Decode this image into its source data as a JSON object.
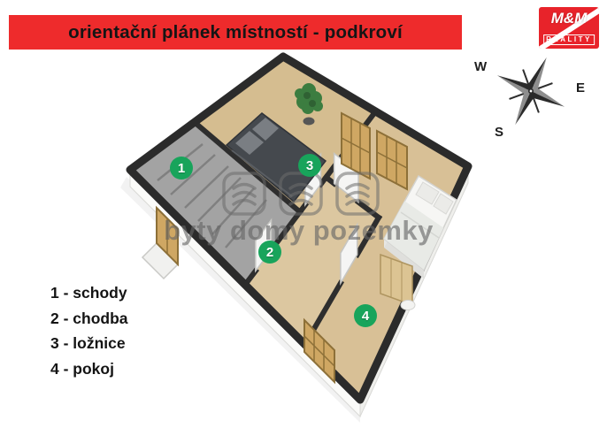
{
  "banner": {
    "title": "orientační plánek místností - podkroví"
  },
  "logo": {
    "name": "M&M",
    "subtitle": "REALITY"
  },
  "compass": {
    "labels": {
      "w": "W",
      "e": "E",
      "s": "S"
    }
  },
  "watermark": {
    "text": "byty domy pozemky"
  },
  "legend": {
    "items": [
      {
        "label": "1 - schody"
      },
      {
        "label": "2 - chodba"
      },
      {
        "label": "3 - ložnice"
      },
      {
        "label": "4 - pokoj"
      }
    ]
  },
  "floorplan": {
    "markers": [
      {
        "number": "1"
      },
      {
        "number": "2"
      },
      {
        "number": "3"
      },
      {
        "number": "4"
      }
    ]
  },
  "colors": {
    "banner_red": "#ee2b2c",
    "logo_red": "#e8232a",
    "marker_green": "#18a45b",
    "wall_dark": "#2b2b2b",
    "floor_wood": "#d5bd90",
    "floor_hall": "#dcc7a0",
    "floor_stairs": "#a3a3a3",
    "window_wood": "#cfa763"
  }
}
